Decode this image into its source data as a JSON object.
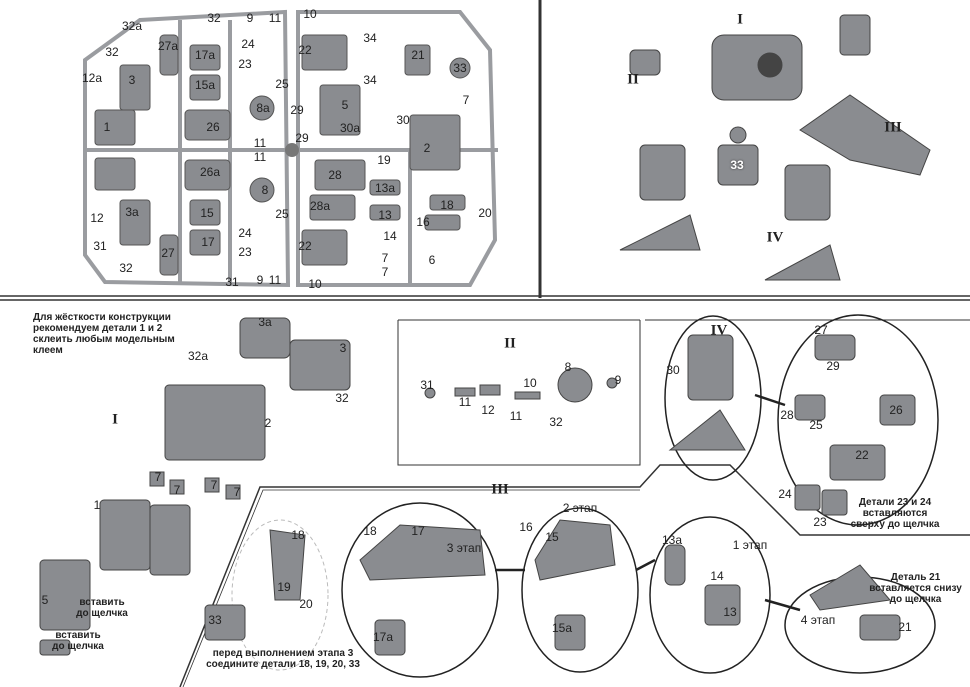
{
  "sprue_left_labels": [
    "32a",
    "32",
    "9",
    "11",
    "27a",
    "17a",
    "32",
    "24",
    "12a",
    "3",
    "23",
    "15a",
    "25",
    "8a",
    "1",
    "26",
    "11",
    "11",
    "26a",
    "8",
    "12",
    "3a",
    "15",
    "25",
    "24",
    "17",
    "27",
    "23",
    "31",
    "32",
    "31",
    "9",
    "11"
  ],
  "sprue_right_labels": [
    "10",
    "34",
    "21",
    "22",
    "33",
    "34",
    "7",
    "29",
    "5",
    "30a",
    "30",
    "29",
    "2",
    "19",
    "28",
    "13a",
    "18",
    "28a",
    "13",
    "16",
    "20",
    "14",
    "22",
    "7",
    "6",
    "7",
    "10"
  ],
  "overview": {
    "labels": [
      "I",
      "II",
      "III",
      "IV",
      "33"
    ]
  },
  "panel_I": {
    "note": "Для жёсткости конструкции рекомендуем детали 1 и 2 склеить любым модельным клеем",
    "title": "I",
    "labels": [
      "3a",
      "3",
      "32a",
      "32",
      "2",
      "7",
      "7",
      "7",
      "7",
      "1",
      "5"
    ],
    "click_note_1": "вставить до щелчка",
    "click_note_2": "вставить до щелчка"
  },
  "panel_II": {
    "title": "II",
    "labels": [
      "31",
      "11",
      "12",
      "10",
      "11",
      "32",
      "8",
      "9"
    ]
  },
  "panel_IV": {
    "title": "IV",
    "labels": [
      "30",
      "27",
      "29",
      "28",
      "25",
      "26",
      "22",
      "24",
      "23"
    ],
    "note": "Детали 23 и 24 вставляются сверху до щелчка"
  },
  "panel_III": {
    "title": "III",
    "labels": [
      "18",
      "17",
      "17a",
      "16",
      "15",
      "15a",
      "13a",
      "14",
      "13",
      "21"
    ],
    "stages": [
      "3 этап",
      "2 этап",
      "1 этап",
      "4 этап"
    ],
    "note_21": "Деталь 21 вставляется снизу до щелчка",
    "pre_labels": [
      "18",
      "19",
      "20",
      "33"
    ],
    "pre_note": "перед выполнением этапа 3 соедините детали 18, 19, 20, 33"
  },
  "colors": {
    "part": "#8a8c90",
    "part_dark": "#5e6064",
    "sprue": "#9a9ca0",
    "line": "#333333"
  }
}
